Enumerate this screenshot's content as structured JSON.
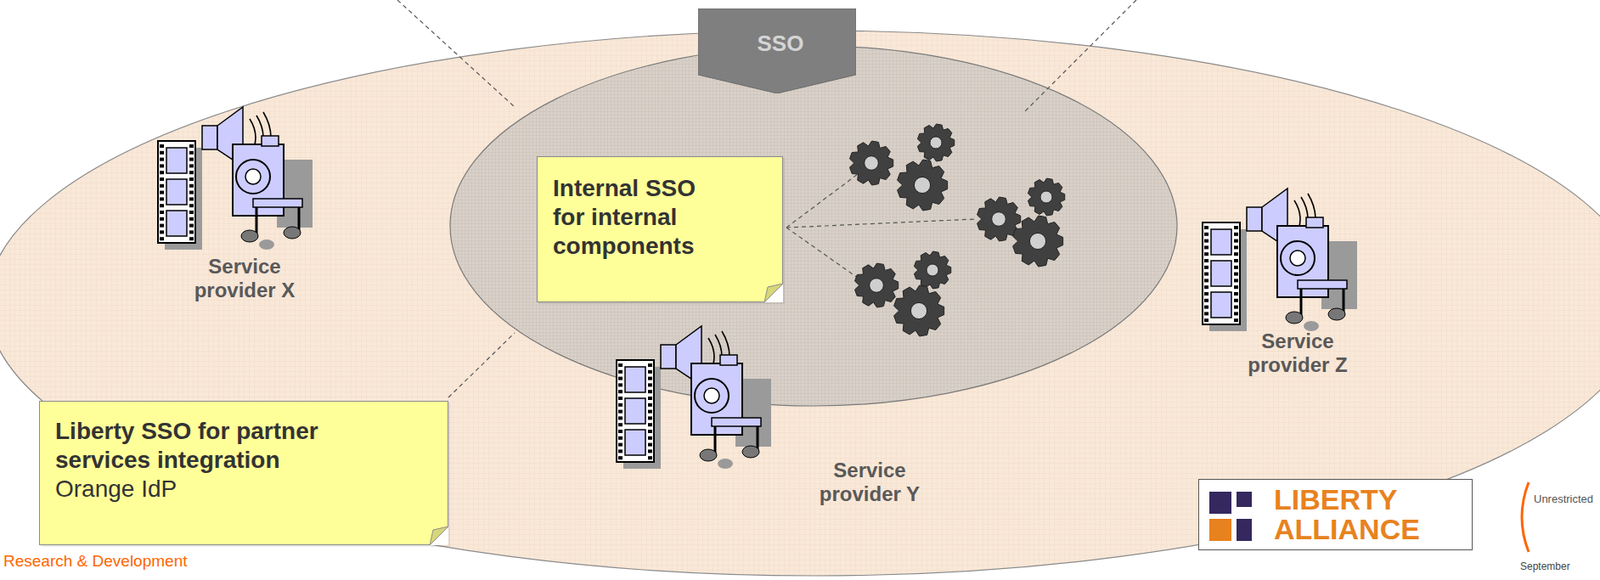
{
  "diagram": {
    "nodes": [
      {
        "text": [
          "SSO"
        ]
      },
      {
        "text": [
          "Service provider X"
        ]
      },
      {
        "text": [
          "Internal SSO for internal components"
        ]
      },
      {
        "text": [
          "Service provider Z"
        ]
      },
      {
        "text": [
          "Liberty SSO for partner services integration",
          "Orange IdP"
        ]
      },
      {
        "text": [
          "Service provider Y"
        ]
      },
      {
        "text": [
          "LIBERTY ALLIANCE"
        ]
      }
    ],
    "labels": [
      "Research & Development",
      "Unrestricted",
      "September"
    ]
  }
}
